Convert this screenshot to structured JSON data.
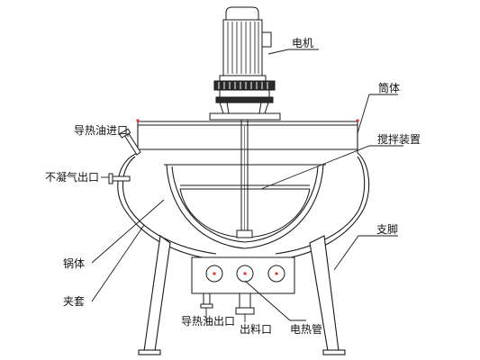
{
  "labels": {
    "motor": "电机",
    "cylinder": "筒体",
    "thermal_oil_inlet": "导热油进口",
    "agitator": "搅拌装置",
    "vent": "不凝气出口",
    "support_legs": "支脚",
    "pot_body": "锅体",
    "jacket": "夹套",
    "thermal_oil_outlet": "导热油出口",
    "discharge_port": "出料口",
    "heating_tube": "电热管"
  },
  "colors": {
    "line": "#1a1a1a",
    "paint_red": "#e03030",
    "motor_dark": "#222222"
  }
}
